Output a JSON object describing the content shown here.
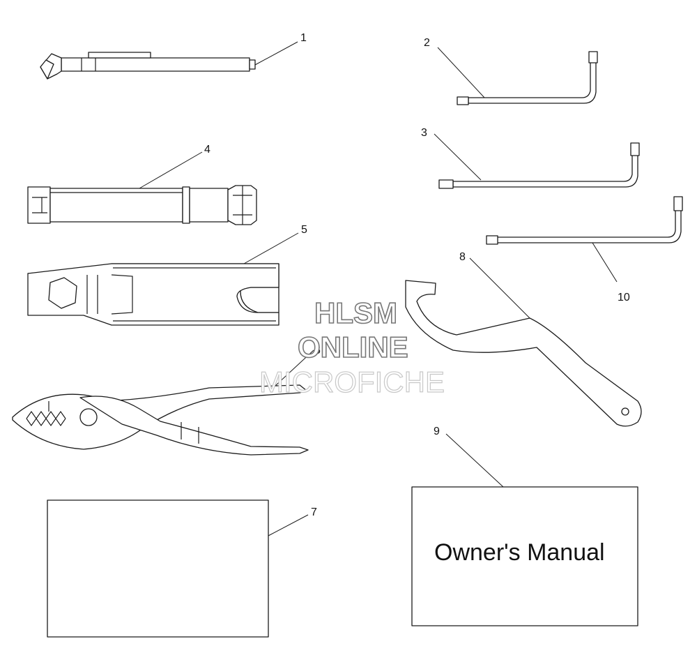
{
  "callouts": [
    "1",
    "2",
    "3",
    "4",
    "5",
    "6",
    "7",
    "8",
    "9",
    "10"
  ],
  "watermark": {
    "line1": "HLSM",
    "line2": "ONLINE",
    "line3": "MICROFICHE"
  },
  "manual": {
    "title": "Owner's Manual"
  },
  "colors": {
    "line": "#1a1a1a",
    "background": "#ffffff",
    "watermark_stroke": "#777777"
  }
}
